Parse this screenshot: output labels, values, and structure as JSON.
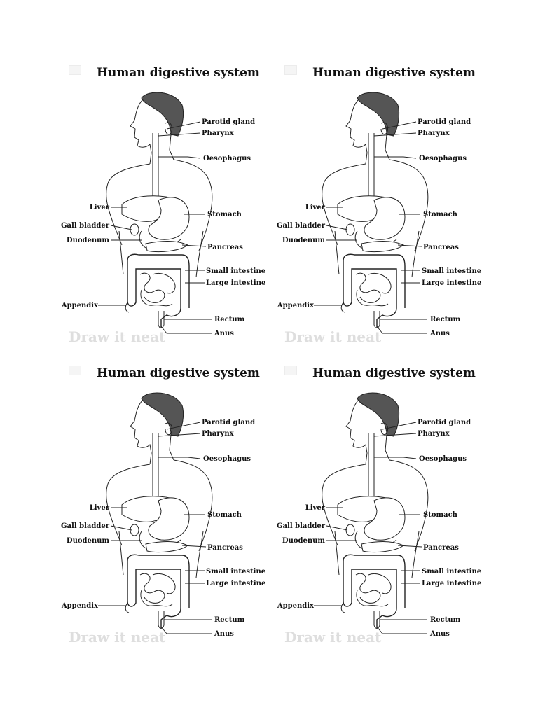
{
  "panels": [
    {
      "title": "Human digestive system",
      "watermark": "Draw it neat",
      "labels": {
        "parotid_gland": "Parotid gland",
        "pharynx": "Pharynx",
        "oesophagus": "Oesophagus",
        "liver": "Liver",
        "stomach": "Stomach",
        "gall_bladder": "Gall bladder",
        "duodenum": "Duodenum",
        "pancreas": "Pancreas",
        "small_intestine": "Small intestine",
        "large_intestine": "Large intestine",
        "appendix": "Appendix",
        "rectum": "Rectum",
        "anus": "Anus"
      }
    },
    {
      "title": "Human digestive system",
      "watermark": "Draw it neat",
      "labels": {
        "parotid_gland": "Parotid gland",
        "pharynx": "Pharynx",
        "oesophagus": "Oesophagus",
        "liver": "Liver",
        "stomach": "Stomach",
        "gall_bladder": "Gall bladder",
        "duodenum": "Duodenum",
        "pancreas": "Pancreas",
        "small_intestine": "Small intestine",
        "large_intestine": "Large intestine",
        "appendix": "Appendix",
        "rectum": "Rectum",
        "anus": "Anus"
      }
    },
    {
      "title": "Human digestive system",
      "watermark": "Draw it neat",
      "labels": {
        "parotid_gland": "Parotid gland",
        "pharynx": "Pharynx",
        "oesophagus": "Oesophagus",
        "liver": "Liver",
        "stomach": "Stomach",
        "gall_bladder": "Gall bladder",
        "duodenum": "Duodenum",
        "pancreas": "Pancreas",
        "small_intestine": "Small intestine",
        "large_intestine": "Large intestine",
        "appendix": "Appendix",
        "rectum": "Rectum",
        "anus": "Anus"
      }
    },
    {
      "title": "Human digestive system",
      "watermark": "Draw it neat",
      "labels": {
        "parotid_gland": "Parotid gland",
        "pharynx": "Pharynx",
        "oesophagus": "Oesophagus",
        "liver": "Liver",
        "stomach": "Stomach",
        "gall_bladder": "Gall bladder",
        "duodenum": "Duodenum",
        "pancreas": "Pancreas",
        "small_intestine": "Small intestine",
        "large_intestine": "Large intestine",
        "appendix": "Appendix",
        "rectum": "Rectum",
        "anus": "Anus"
      }
    }
  ]
}
